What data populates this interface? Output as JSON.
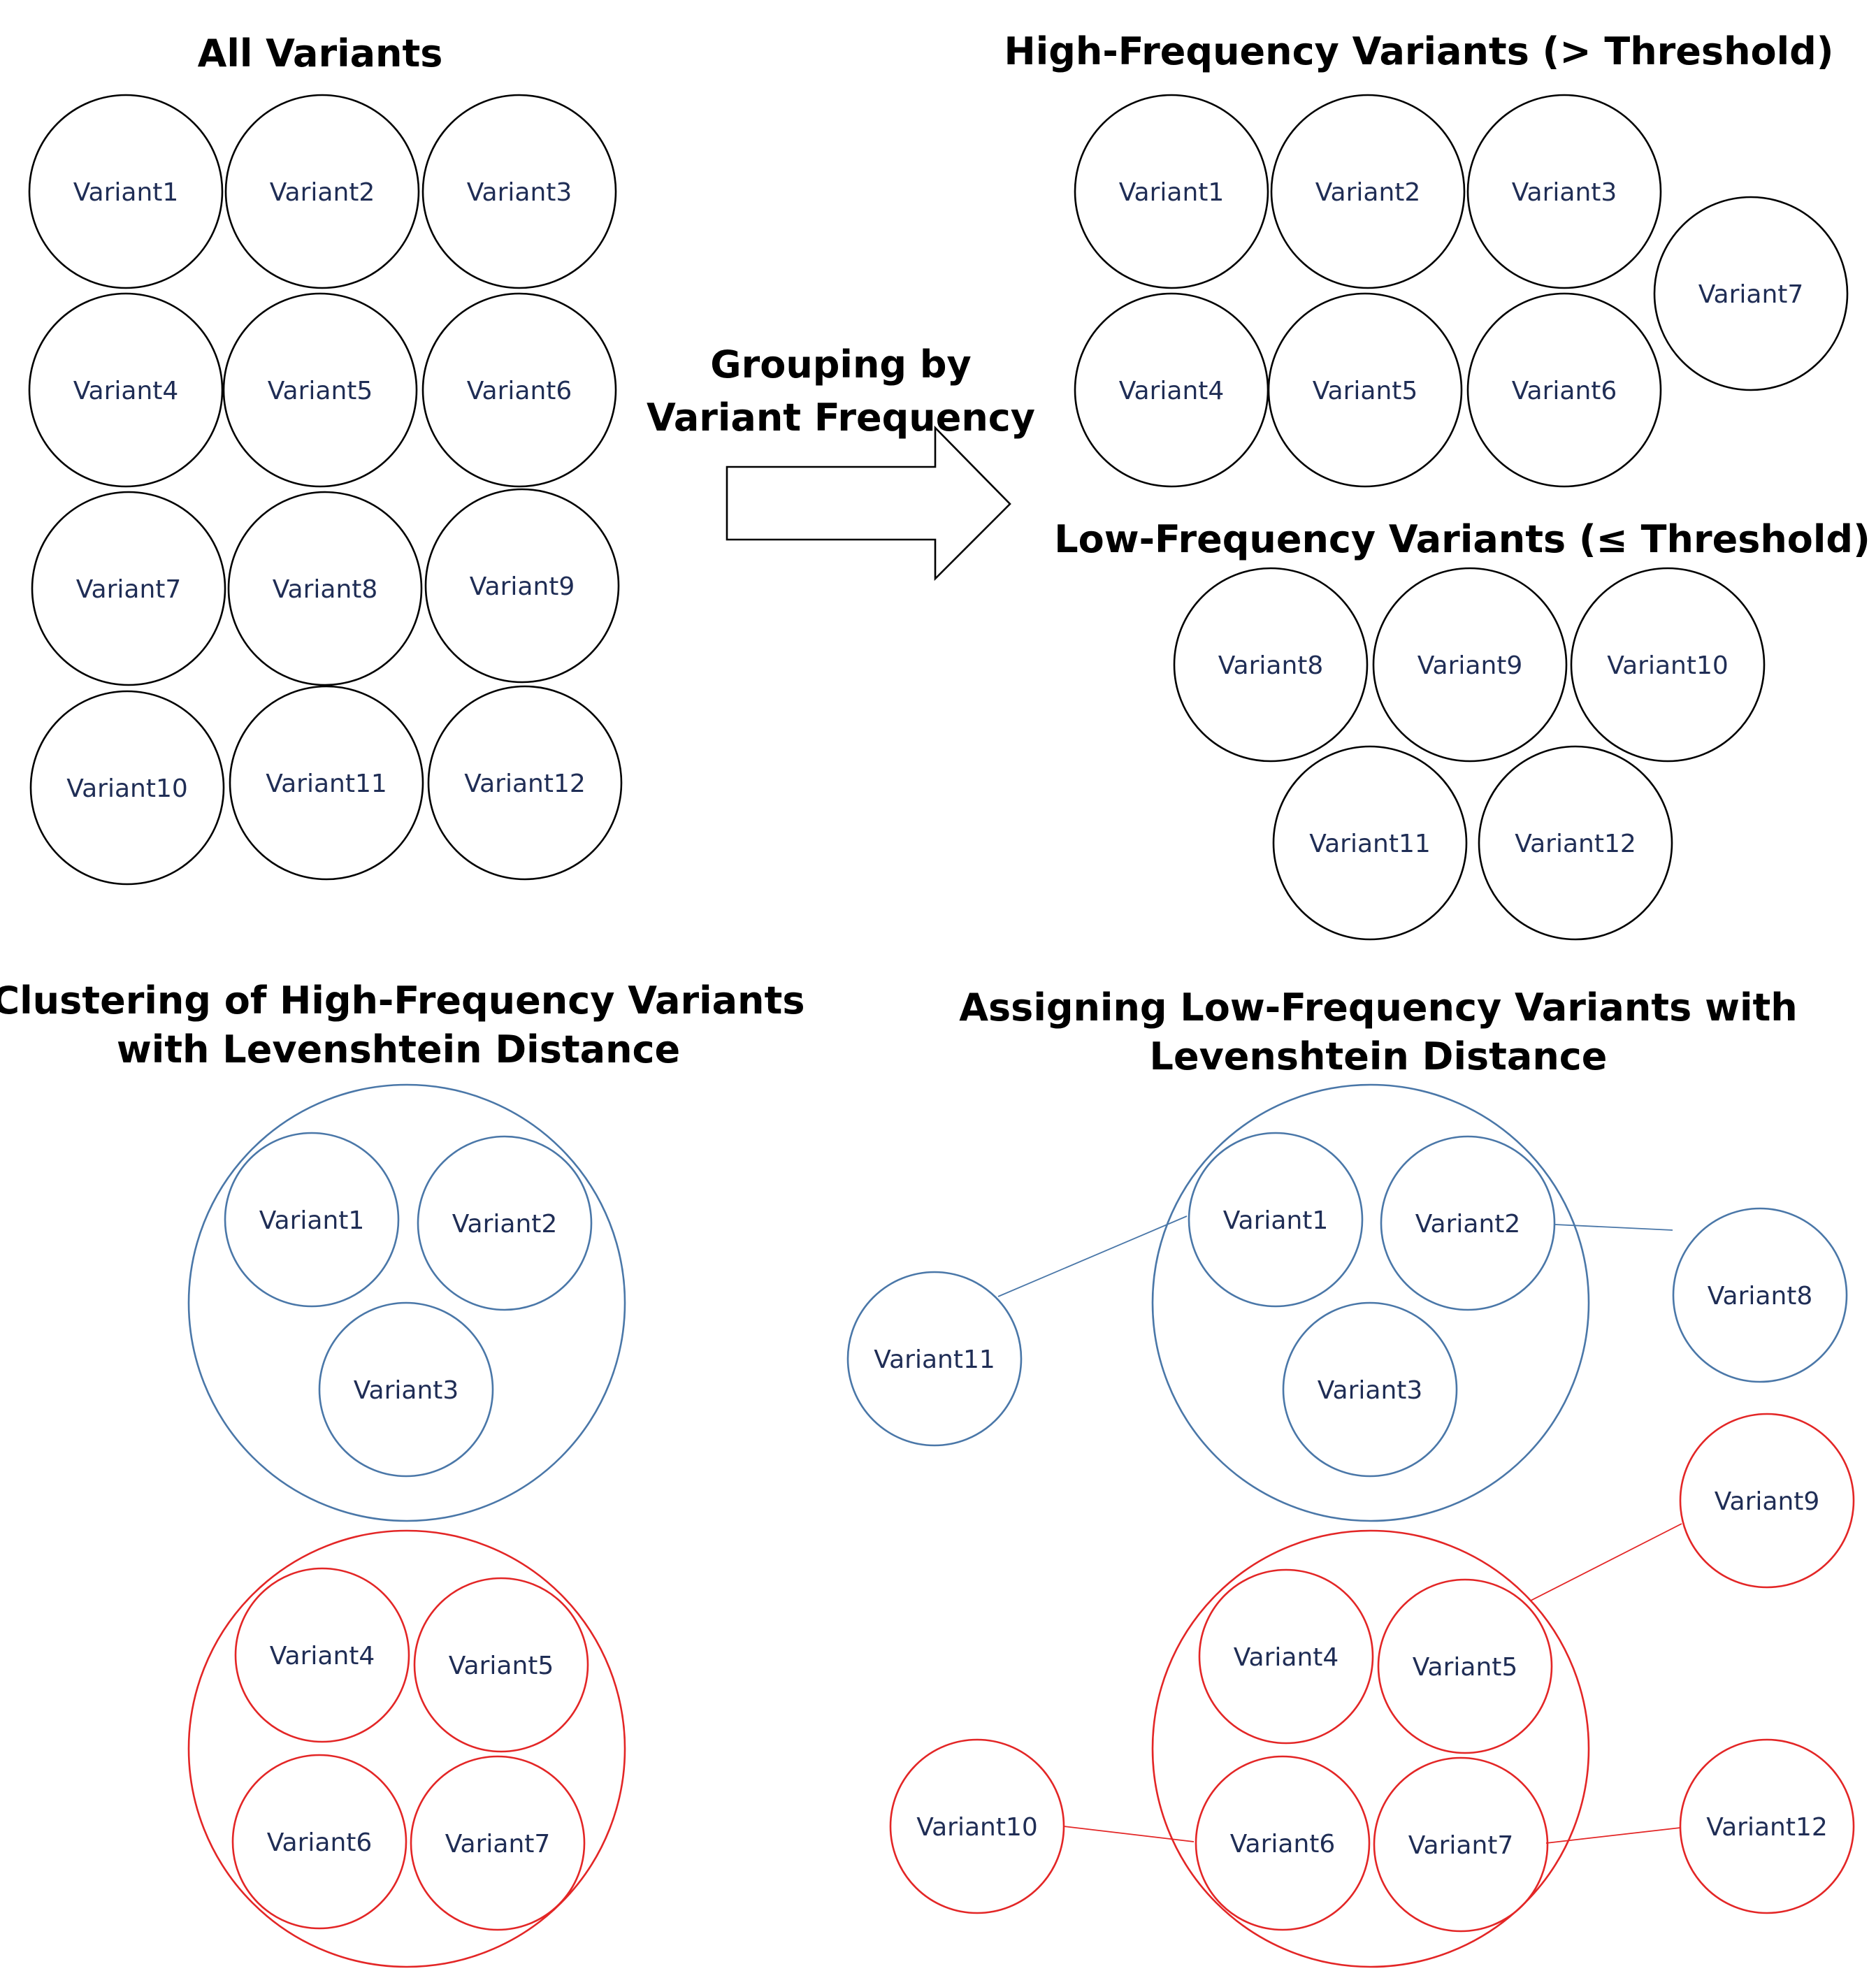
{
  "titles": {
    "all_variants": "All Variants",
    "high_frequency": "High-Frequency Variants (> Threshold)",
    "low_frequency": "Low-Frequency Variants (≤ Threshold)",
    "arrow_line1": "Grouping by",
    "arrow_line2": "Variant Frequency",
    "clustering_line1": "Clustering of High-Frequency Variants",
    "clustering_line2": "with Levenshtein Distance",
    "assigning_line1": "Assigning Low-Frequency Variants with",
    "assigning_line2": "Levenshtein Distance"
  },
  "panels": {
    "all_variants": [
      "Variant1",
      "Variant2",
      "Variant3",
      "Variant4",
      "Variant5",
      "Variant6",
      "Variant7",
      "Variant8",
      "Variant9",
      "Variant10",
      "Variant11",
      "Variant12"
    ],
    "high_frequency": [
      "Variant1",
      "Variant2",
      "Variant3",
      "Variant7",
      "Variant4",
      "Variant5",
      "Variant6"
    ],
    "low_frequency": [
      "Variant8",
      "Variant9",
      "Variant10",
      "Variant11",
      "Variant12"
    ],
    "cluster_blue": [
      "Variant1",
      "Variant2",
      "Variant3"
    ],
    "cluster_red": [
      "Variant4",
      "Variant5",
      "Variant6",
      "Variant7"
    ],
    "assign_blue_cluster": [
      "Variant1",
      "Variant2",
      "Variant3"
    ],
    "assign_blue_outliers": [
      "Variant11",
      "Variant8"
    ],
    "assign_red_cluster": [
      "Variant4",
      "Variant5",
      "Variant6",
      "Variant7"
    ],
    "assign_red_outliers": [
      "Variant9",
      "Variant10",
      "Variant12"
    ]
  },
  "links": [
    {
      "from": "Variant11",
      "to": "Variant1",
      "cluster": "blue"
    },
    {
      "from": "Variant8",
      "to": "Variant2",
      "cluster": "blue"
    },
    {
      "from": "Variant9",
      "to": "Variant5",
      "cluster": "red"
    },
    {
      "from": "Variant10",
      "to": "Variant6",
      "cluster": "red"
    },
    {
      "from": "Variant12",
      "to": "Variant7",
      "cluster": "red"
    }
  ],
  "colors": {
    "outline": "#000000",
    "cluster_blue": "#4a77a8",
    "cluster_red": "#e32626",
    "label_text": "#1f2d55"
  }
}
